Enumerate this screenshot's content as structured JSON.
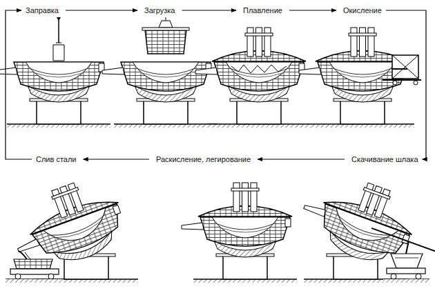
{
  "diagram": {
    "nodes": [
      {
        "text": [
          "Заправка"
        ]
      },
      {
        "text": [
          "Загрузка"
        ]
      },
      {
        "text": [
          "Плавление"
        ]
      },
      {
        "text": [
          "Окисление"
        ]
      },
      {
        "text": [
          "Скачивание шлака"
        ]
      },
      {
        "text": [
          "Раскисление, легирование"
        ]
      },
      {
        "text": [
          "Слив стали"
        ]
      }
    ],
    "edges": [
      {
        "from": 0,
        "to": 1,
        "arrow": "to"
      },
      {
        "from": 1,
        "to": 2,
        "arrow": "to"
      },
      {
        "from": 2,
        "to": 3,
        "arrow": "to"
      },
      {
        "from": 3,
        "to": 4,
        "arrow": "to"
      },
      {
        "from": 4,
        "to": 5,
        "arrow": "to"
      },
      {
        "from": 5,
        "to": 6,
        "arrow": "to"
      },
      {
        "from": 6,
        "to": 0,
        "arrow": "to"
      }
    ]
  }
}
